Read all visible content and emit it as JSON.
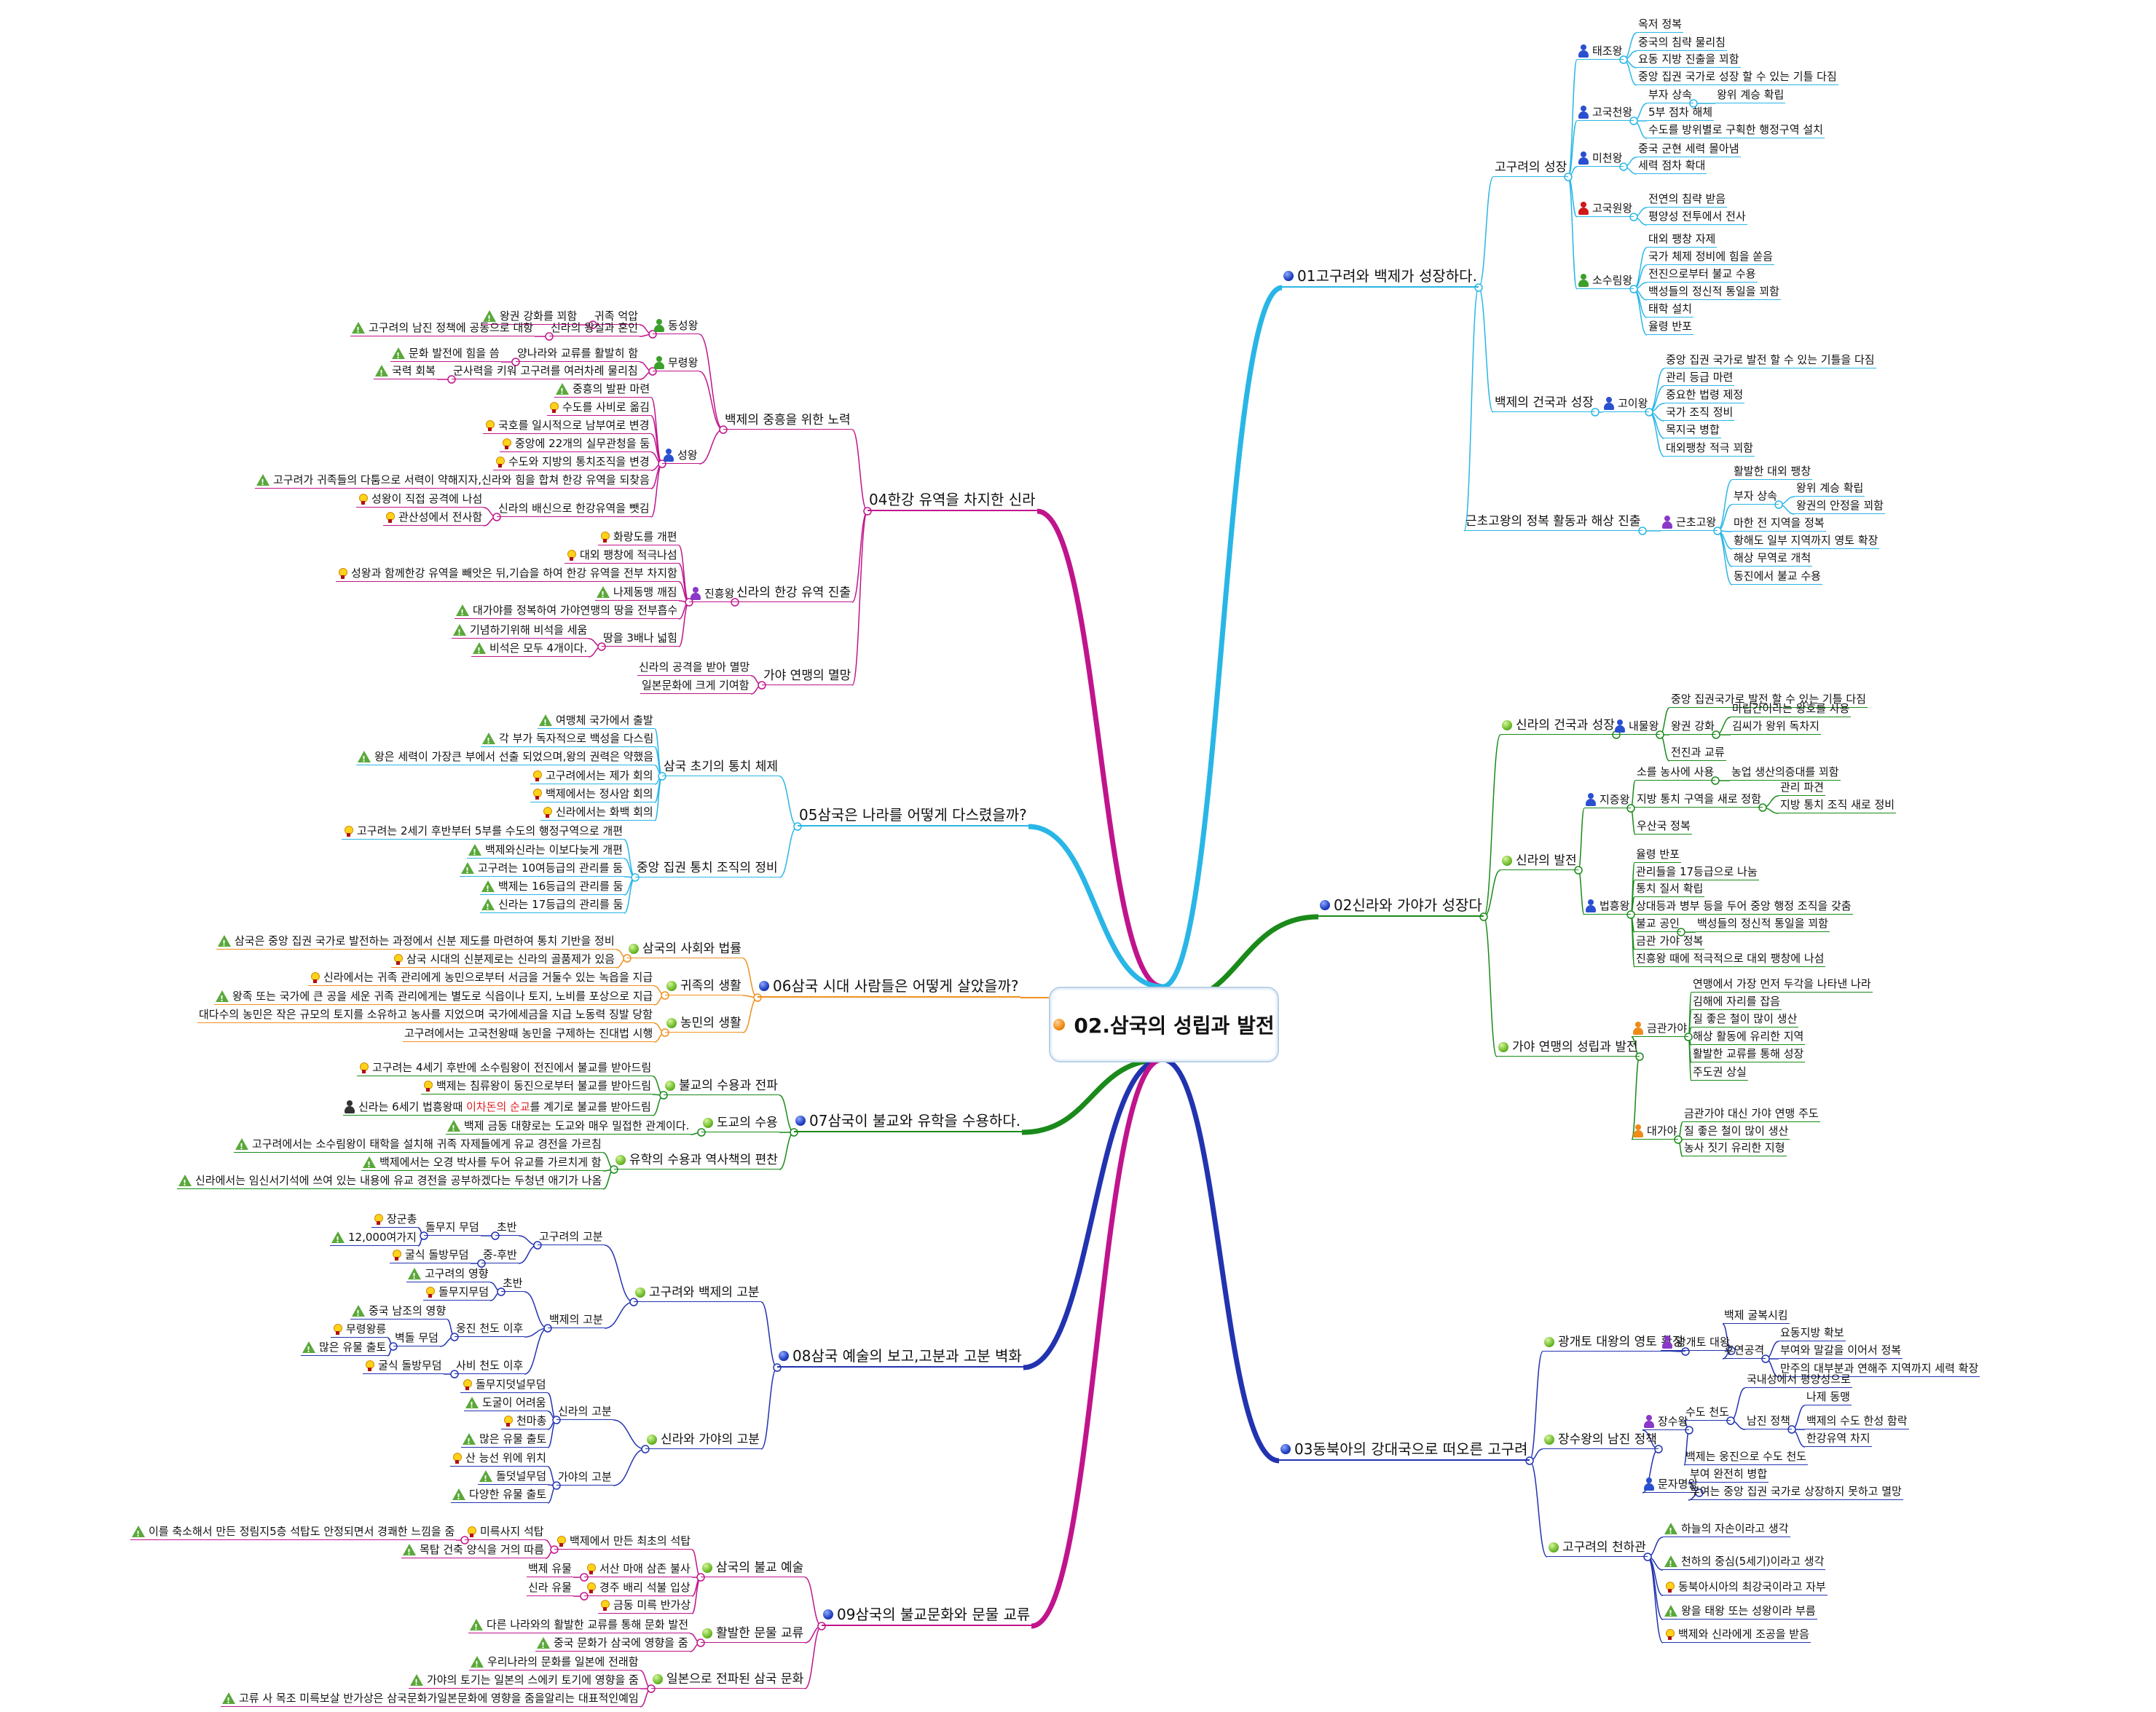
{
  "central": {
    "title": "02.삼국의 성립과 발전"
  },
  "colors": {
    "s01": "#29b6e6",
    "s02": "#1a8a1a",
    "s03": "#2233b0",
    "s04": "#c0148c",
    "s05": "#29b6e6",
    "s06": "#f0901e",
    "s07": "#1a8a1a",
    "s08": "#2233b0",
    "s09": "#c0148c",
    "person_blue": "#2a50d0",
    "person_red": "#d01818",
    "person_green": "#3aa02a",
    "person_purple": "#8a38c8",
    "person_orange": "#f08a18",
    "highlight_red": "#e02020"
  },
  "sections": {
    "s01": {
      "label": "01고구려와 백제가 성장하다.",
      "b1": {
        "label": "고구려의 성장",
        "k1": {
          "label": "태조왕",
          "items": [
            "옥저 정복",
            "중국의 침략 물리침",
            "요동 지방 진출을 꾀함",
            "중앙 집권 국가로 성장 할 수 있는 기틀 다짐"
          ]
        },
        "k2": {
          "label": "고국천왕",
          "items": [
            "부자 상속",
            "5부 점차 해체",
            "수도를 방위별로 구획한 행정구역 설치"
          ],
          "sub": "왕위 계승 확립"
        },
        "k3": {
          "label": "미천왕",
          "items": [
            "중국 군현 세력 몰아냄",
            "세력 점차 확대"
          ]
        },
        "k4": {
          "label": "고국원왕",
          "items": [
            "전연의 침략 받음",
            "평양성 전투에서 전사"
          ]
        },
        "k5": {
          "label": "소수림왕",
          "items": [
            "대외 팽창 자제",
            "국가 체제 정비에 힘을 쏟음",
            "전진으로부터 불교 수용",
            "백성들의 정신적 통일을 꾀함",
            "태학 설치",
            "율령 반포"
          ]
        }
      },
      "b2": {
        "label": "백제의 건국과 성장",
        "k1": {
          "label": "고이왕",
          "items": [
            "중앙 집권 국가로 발전 할 수 있는 기틀을 다짐",
            "관리 등급 마련",
            "중요한 법령 제정",
            "국가 조직 정비",
            "목지국 병합",
            "대외팽창 적극 꾀함"
          ]
        }
      },
      "b3": {
        "label": "근초고왕의 정복 활동과 해상 진출",
        "k1": {
          "label": "근초고왕",
          "items": [
            "활발한 대외 팽창",
            "부자 상속",
            "마한 전 지역을 정복",
            "황해도 일부 지역까지 영토 확장",
            "해상 무역로 개척",
            "동진에서 불교 수용"
          ],
          "sub": [
            "왕위 계승 확립",
            "왕권의 안정을 꾀함"
          ]
        }
      }
    },
    "s02": {
      "label": "02신라와 가야가 성장다",
      "b1": {
        "label": "신라의 건국과 성장",
        "k1": {
          "label": "내물왕",
          "items": [
            "중앙 집권국가로 발전 할 수 있는 기틀 다짐",
            "왕권 강화",
            "전진과 교류"
          ],
          "sub": [
            "마립간이라는 왕호를 사용",
            "김씨가 왕위 독차지"
          ]
        }
      },
      "b2": {
        "label": "신라의 발전",
        "k1": {
          "label": "지증왕",
          "items": [
            "소를 농사에 사용",
            "지방 통치 구역을 새로 정함",
            "우산국 정복"
          ],
          "sub1": "농업 생산의증대를 꾀함",
          "sub2": [
            "관리 파견",
            "지방 통치 조직 새로 정비"
          ]
        },
        "k2": {
          "label": "법흥왕",
          "items": [
            "율령 반포",
            "관리들을 17등급으로 나눔",
            "통치 질서 확립",
            "상대등과 병부 등을 두어 중앙 행정 조직을 갖춤",
            "불교 공인",
            "금관 가야 정복",
            "진흥왕 때에 적극적으로 대외 팽창에 나섬"
          ],
          "sub": "백성들의 정신적 통일을 꾀함"
        }
      },
      "b3": {
        "label": "가야 연맹의 성립과 발전",
        "k1": {
          "label": "금관가야",
          "items": [
            "연맹에서 가장 먼저 두각을 나타낸 나라",
            "김해에 자리를 잡음",
            "질 좋은 철이 많이 생산",
            "해상 활동에 유리한 지역",
            "활발한 교류를 통해 성장",
            "주도권 상실"
          ]
        },
        "k2": {
          "label": "대가야",
          "items": [
            "금관가야 대신 가야 연맹 주도",
            "질 좋은 철이 많이 생산",
            "농사 짓기 유리한 지형"
          ]
        }
      }
    },
    "s03": {
      "label": "03동북아의 강대국으로 떠오른 고구려",
      "b1": {
        "label": "광개토 대왕의 영토 확장",
        "k1": {
          "label": "광개토 대왕",
          "items": [
            "백제 굴복시킴",
            "후연공격"
          ],
          "sub": [
            "요동지방 확보",
            "부여와 말갈을 이어서 정복",
            "만주의 대부분과 연해주 지역까지 세력 확장"
          ]
        }
      },
      "b2": {
        "label": "장수왕의 남진 정책",
        "k1": {
          "label": "장수왕",
          "items": [
            "수도 천도",
            "백제는 웅진으로 수도 천도"
          ],
          "sub1": [
            "국내성에서 평양성으로",
            "남진 정책"
          ],
          "sub2": [
            "나제 동맹",
            "백제의 수도 한성 함락",
            "한강유역 차지"
          ]
        },
        "k2": {
          "label": "문자명왕",
          "items": [
            "부여 완전히 병합",
            "부여는 중앙 집권 국가로 상장하지 못하고 멸망"
          ]
        }
      },
      "b3": {
        "label": "고구려의 천하관",
        "items": [
          {
            "icon": "warning",
            "text": "하늘의 자손이라고 생각"
          },
          {
            "icon": "idea",
            "text": "천하의 중심(5세기)이라고 생각",
            "icon_override": "warning"
          },
          {
            "icon": "idea",
            "text": "동북아시아의 최강국이라고 자부"
          },
          {
            "icon": "warning",
            "text": "왕을 태왕 또는 성왕이라 부름"
          },
          {
            "icon": "idea",
            "text": "백제와 신라에게 조공을 받음"
          }
        ]
      }
    },
    "s04": {
      "label": "04한강 유역을 차지한 신라",
      "b1": {
        "label": "백제의 중흥을 위한 노력",
        "k1": {
          "label": "동성왕",
          "items": [
            "귀족 억압",
            "신라의 왕실과 혼인"
          ],
          "sub": [
            "왕권 강화를 꾀함",
            "고구려의 남진 정책에 공동으로 대항"
          ]
        },
        "k2": {
          "label": "무령왕",
          "items": [
            "양나라와 교류를 활발히 함",
            "군사력을 키워 고구려를 여러차례 물리침"
          ],
          "sub": [
            "문화 발전에 힘을 씀",
            "국력 회복"
          ]
        },
        "k3": {
          "label": "성왕",
          "items": [
            "중흥의 발판 마련",
            "수도를 사비로 옮김",
            "국호를 일시적으로 남부여로 변경",
            "중앙에 22개의 실무관청을 둠",
            "수도와 지방의 통치조직을 변경",
            "고구려가 귀족들의 다툼으로 서력이 약해지자,신라와 힘을 합쳐 한강 유역을 되찾음",
            "신라의 배신으로 한강유역을 뺏김"
          ],
          "sub": [
            "성왕이 직접 공격에 나섬",
            "관산성에서 전사함"
          ]
        }
      },
      "b2": {
        "label": "신라의 한강 유역 진출",
        "k1": {
          "label": "진흥왕",
          "items": [
            "화랑도를 개편",
            "대외 팽창에 적극나섬",
            "성왕과 함께한강 유역을 빼앗은 뒤,기습을 하여 한강 유역을 전부 차지함",
            "나제동맹 깨짐",
            "대가야를 정복하여 가야연맹의 땅을 전부흡수",
            "땅을 3배나 넓힘"
          ],
          "sub": [
            "기념하기위해 비석을 세움",
            "비석은 모두 4개이다."
          ]
        }
      },
      "b3": {
        "label": "가야 연맹의 멸망",
        "items": [
          "신라의 공격을 받아 멸망",
          "일본문화에 크게 기여함"
        ]
      }
    },
    "s05": {
      "label": "05삼국은 나라를 어떻게 다스렸을까?",
      "b1": {
        "label": "삼국 초기의 통치 체제",
        "items": [
          "여맹체 국가에서 출발",
          "각 부가 독자적으로 백성을 다스림",
          "왕은 세력이 가장큰 부에서 선출 되었으며,왕의 권력은 약했음",
          "고구려에서는 제가 회의",
          "백제에서는 정사암 회의",
          "신라에서는 화백 회의"
        ]
      },
      "b2": {
        "label": "중앙 집권 통치 조직의 정비",
        "items": [
          "고구려는 2세기 후반부터 5부를 수도의 행정구역으로 개편",
          "백제와신라는 이보다늦게 개편",
          "고구려는 10여등급의 관리를 둠",
          "백제는 16등급의 관리를 둠",
          "신라는 17등급의 관리를 둠"
        ]
      }
    },
    "s06": {
      "label": "06삼국 시대 사람들은 어떻게 살았을까?",
      "b1": {
        "label": "삼국의 사회와 법률",
        "items": [
          "삼국은 중앙 집권 국가로 발전하는 과정에서 신분 제도를 마련하여 통치 기반을 정비",
          "삼국 시대의 신분제로는 신라의 골품제가 있음"
        ]
      },
      "b2": {
        "label": "귀족의 생활",
        "items": [
          "신라에서는 귀족 관리에게 농민으로부터 서금을 거둘수 있는 녹읍을 지급",
          "왕족 또는 국가에 큰 공을 세운 귀족 관리에게는 별도로 식읍이나 토지, 노비를 포상으로 지급"
        ]
      },
      "b3": {
        "label": "농민의 생활",
        "items": [
          "대다수의 농민은 작은 규모의 토지를 소유하고 농사를 지었으며 국가에세금을 지급 노동력 징발 당함",
          "고구려에서는 고국천왕때 농민을 구제하는 진대법 시행"
        ]
      }
    },
    "s07": {
      "label": "07삼국이 불교와 유학을 수용하다.",
      "b1": {
        "label": "불교의 수용과 전파",
        "items": [
          "고구려는 4세기 후반에 소수림왕이 전진에서 불교를 받아드림",
          "백제는 침류왕이 동진으로부터 불교를 받아드림"
        ],
        "item3": {
          "pre": "신라는 6세기 법흥왕때 ",
          "hl": "이차돈의 순교",
          "post": "를 계기로 불교를 받아드림"
        }
      },
      "b2": {
        "label": "도교의 수용",
        "items": [
          "백제 금동 대향로는 도교와 매우 밀접한 관계이다."
        ]
      },
      "b3": {
        "label": "유학의 수용과 역사책의 편찬",
        "items": [
          "고구려에서는 소수림왕이 태학을 설치해 귀족 자제들에게 유교 경전을 가르침",
          "백제에서는 오경 박사를 두어 유교를 가르치게 함",
          "신라에서는 임신서기석에 쓰여 있는 내용에 유교 경전을 공부하겠다는 두청년 애기가 나옴"
        ]
      }
    },
    "s08": {
      "label": "08삼국 예술의 보고,고분과 고분 벽화",
      "b1": {
        "label": "고구려와 백제의 고분",
        "g": {
          "label": "고구려의 고분",
          "early": "초반",
          "early_sub": "돌무지 무덤",
          "early_items": [
            "장군총",
            "12,000여가지"
          ],
          "late": "중-후반",
          "late_items": [
            "굴식 돌방무덤"
          ]
        },
        "b": {
          "label": "백제의 고분",
          "early": "초반",
          "early_items": [
            "고구려의 영향",
            "돌무지무덤"
          ],
          "mid": "웅진 천도 이후",
          "mid_items": [
            "중국 남조의 영향",
            "벽돌 무덤"
          ],
          "mid_sub": [
            "무령왕릉",
            "많은 유물 출토"
          ],
          "late": "사비 천도 이후",
          "late_items": [
            "굴식 돌방무덤"
          ]
        }
      },
      "b2": {
        "label": "신라와 가야의 고분",
        "s": {
          "label": "신라의 고분",
          "items": [
            "돌무지덧널무덤",
            "도굴이 어려움",
            "천마총",
            "많은 유물 출토"
          ]
        },
        "g": {
          "label": "가야의 고분",
          "items": [
            "산 능선 위에 위치",
            "돌덧널무덤",
            "다양한 유물 출토"
          ]
        }
      }
    },
    "s09": {
      "label": "09삼국의 불교문화와 문물 교류",
      "b1": {
        "label": "삼국의 불교 예술",
        "items": [
          "백제에서 만든 최초의 석탑",
          "서산 마애 삼존 불사",
          "경주 배리 석불 입상",
          "금동 미륵 반가상"
        ],
        "sub1": [
          "미륵사지 석탑",
          "목탑 건축 양식을 거의 따름"
        ],
        "sub1a": "이를 축소해서 만든 정림지5층 석탑도 안정되면서 경쾌한 느낌을 줌",
        "tags": [
          "백제 유물",
          "신라 유물"
        ]
      },
      "b2": {
        "label": "활발한 문물 교류",
        "items": [
          "다른 나라와의 활발한 교류를 통해 문화 발전",
          "중국 문화가 삼국에 영향을 줌"
        ]
      },
      "b3": {
        "label": "일본으로 전파된 삼국 문화",
        "items": [
          "우리나라의 문화를 일본에 전래함",
          "가야의 토기는 일본의 스에키 토기에 영향을 줌",
          "고류 사 목조 미륵보살 반가상은 삼국문화가일본문화에 영향을 줌을알리는 대표적인예임"
        ]
      }
    }
  }
}
